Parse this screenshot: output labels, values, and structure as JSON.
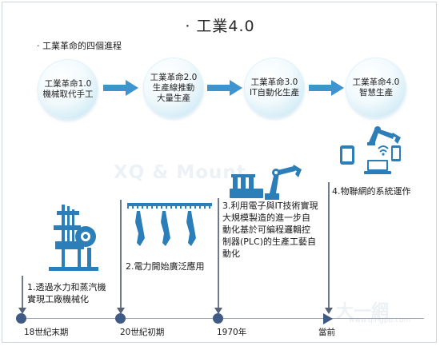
{
  "title": "· 工業4.0",
  "subtitle": "· 工業革命的四個進程",
  "stages": [
    {
      "line1": "工業革命1.0",
      "line2": "機械取代手工",
      "line3": ""
    },
    {
      "line1": "工業革命2.0",
      "line2": "生產線推動",
      "line3": "大量生產"
    },
    {
      "line1": "工業革命3.0",
      "line2": "IT自動化生產",
      "line3": ""
    },
    {
      "line1": "工業革命4.0",
      "line2": "智慧生產",
      "line3": ""
    }
  ],
  "descriptions": [
    {
      "line1": "1.透過水力和蒸汽機",
      "line2": "實現工廠機械化"
    },
    {
      "line1": "2.電力開始廣泛應用"
    },
    {
      "line1": "3.利用電子與IT技術實現",
      "line2": "大規模製造的進一步自",
      "line3": "動化基於可編程邏輯控",
      "line4": "制器(PLC)的生產工藝自",
      "line5": "動化"
    },
    {
      "line1": "4.物聯網的系統運作"
    }
  ],
  "timeline": [
    "18世紀末期",
    "20世紀初期",
    "1970年",
    "當前"
  ],
  "watermark": "XQ & Mount",
  "watermark2": "大一網",
  "watermark3": "www.qingpu.com",
  "colors": {
    "arrow": "#3d94cf",
    "timeline_dot": "#3f5a85",
    "illustration": "#2c7eb8",
    "circle_edge": "#b9dff0"
  }
}
